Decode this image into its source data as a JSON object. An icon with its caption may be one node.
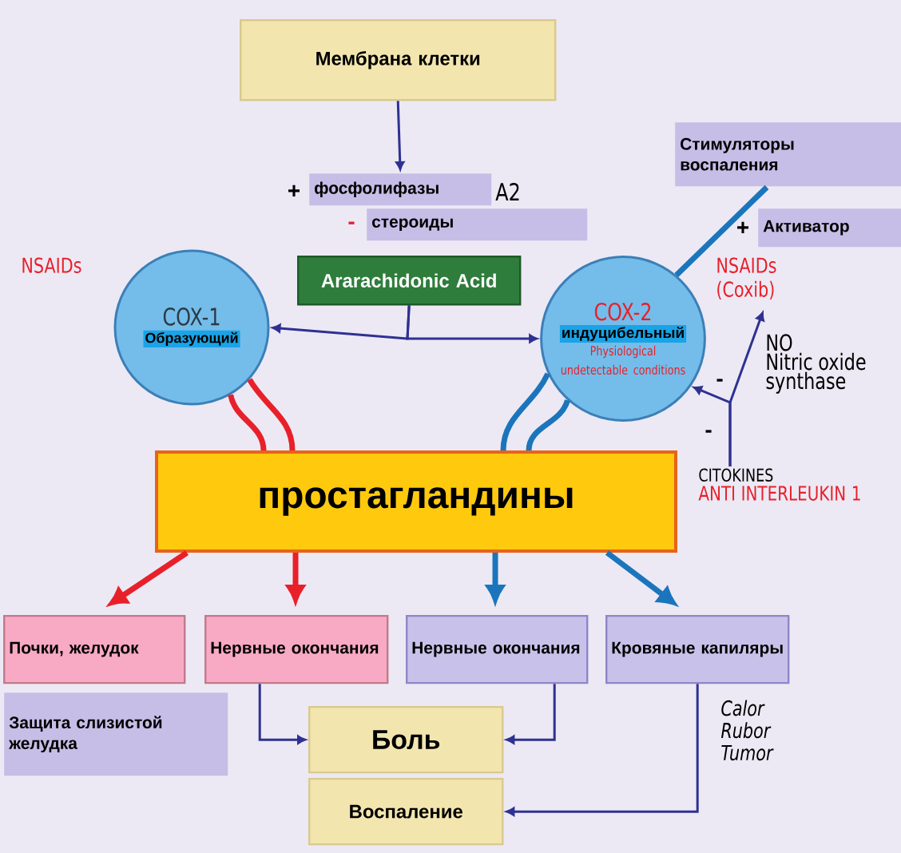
{
  "diagram": {
    "nodes": [
      {
        "text": [
          "Мембрана клетки"
        ]
      },
      {
        "text": [
          "фосфолифазы"
        ],
        "beside": [
          "+",
          "A2"
        ]
      },
      {
        "text": [
          "стероиды"
        ],
        "beside": [
          "-"
        ]
      },
      {
        "text": [
          "Ararachidonic Acid"
        ]
      },
      {
        "text": [
          "COX-1",
          "Образующий"
        ]
      },
      {
        "text": [
          "COX-2",
          "индуцибельный",
          "Physiological undetectable conditions"
        ]
      },
      {
        "text": [
          "Стимуляторы воспаления"
        ]
      },
      {
        "text": [
          "Активатор"
        ],
        "beside": [
          "+"
        ]
      },
      {
        "text": [
          "простагландины"
        ]
      },
      {
        "text": [
          "Почки, желудок"
        ]
      },
      {
        "text": [
          "Нервные окончания"
        ]
      },
      {
        "text": [
          "Нервные окончания"
        ]
      },
      {
        "text": [
          "Кровяные капиляры"
        ],
        "beside": [
          "Calor Rubor Tumor"
        ]
      },
      {
        "text": [
          "Защита слизистой желудка"
        ]
      },
      {
        "text": [
          "Боль"
        ]
      },
      {
        "text": [
          "Воспаление"
        ]
      },
      {
        "text": [
          "NO",
          "Nitric oxide synthase"
        ]
      },
      {
        "text": [
          "CITOKINES",
          "ANTI INTERLEUKIN 1"
        ]
      }
    ],
    "edges": [
      {
        "from": 0,
        "to": 1,
        "arrow": "to"
      },
      {
        "from": 3,
        "to": 4,
        "arrow": "to"
      },
      {
        "from": 3,
        "to": 5,
        "arrow": "to"
      },
      {
        "from": 6,
        "to": 5,
        "arrow": "none",
        "color": "#1b75bc"
      },
      {
        "from": 4,
        "to": 8,
        "arrow": "none",
        "color": "#e8202a"
      },
      {
        "from": 4,
        "to": 8,
        "arrow": "none",
        "color": "#e8202a"
      },
      {
        "from": 5,
        "to": 8,
        "arrow": "none",
        "color": "#1b75bc"
      },
      {
        "from": 5,
        "to": 8,
        "arrow": "none",
        "color": "#1b75bc"
      },
      {
        "from": 8,
        "to": 9,
        "arrow": "to",
        "color": "#e8202a"
      },
      {
        "from": 8,
        "to": 10,
        "arrow": "to",
        "color": "#e8202a"
      },
      {
        "from": 8,
        "to": 11,
        "arrow": "to",
        "color": "#1b75bc"
      },
      {
        "from": 8,
        "to": 12,
        "arrow": "to",
        "color": "#1b75bc"
      },
      {
        "from": 10,
        "to": 14,
        "arrow": "to"
      },
      {
        "from": 11,
        "to": 14,
        "arrow": "to"
      },
      {
        "from": 12,
        "to": 15,
        "arrow": "to"
      },
      {
        "from": 17,
        "to": 16,
        "arrow": "to"
      },
      {
        "from": 17,
        "to": 5,
        "arrow": "to"
      }
    ],
    "labels": [
      "NSAIDs",
      "NSAIDs (Coxib)",
      "-",
      "-"
    ]
  }
}
